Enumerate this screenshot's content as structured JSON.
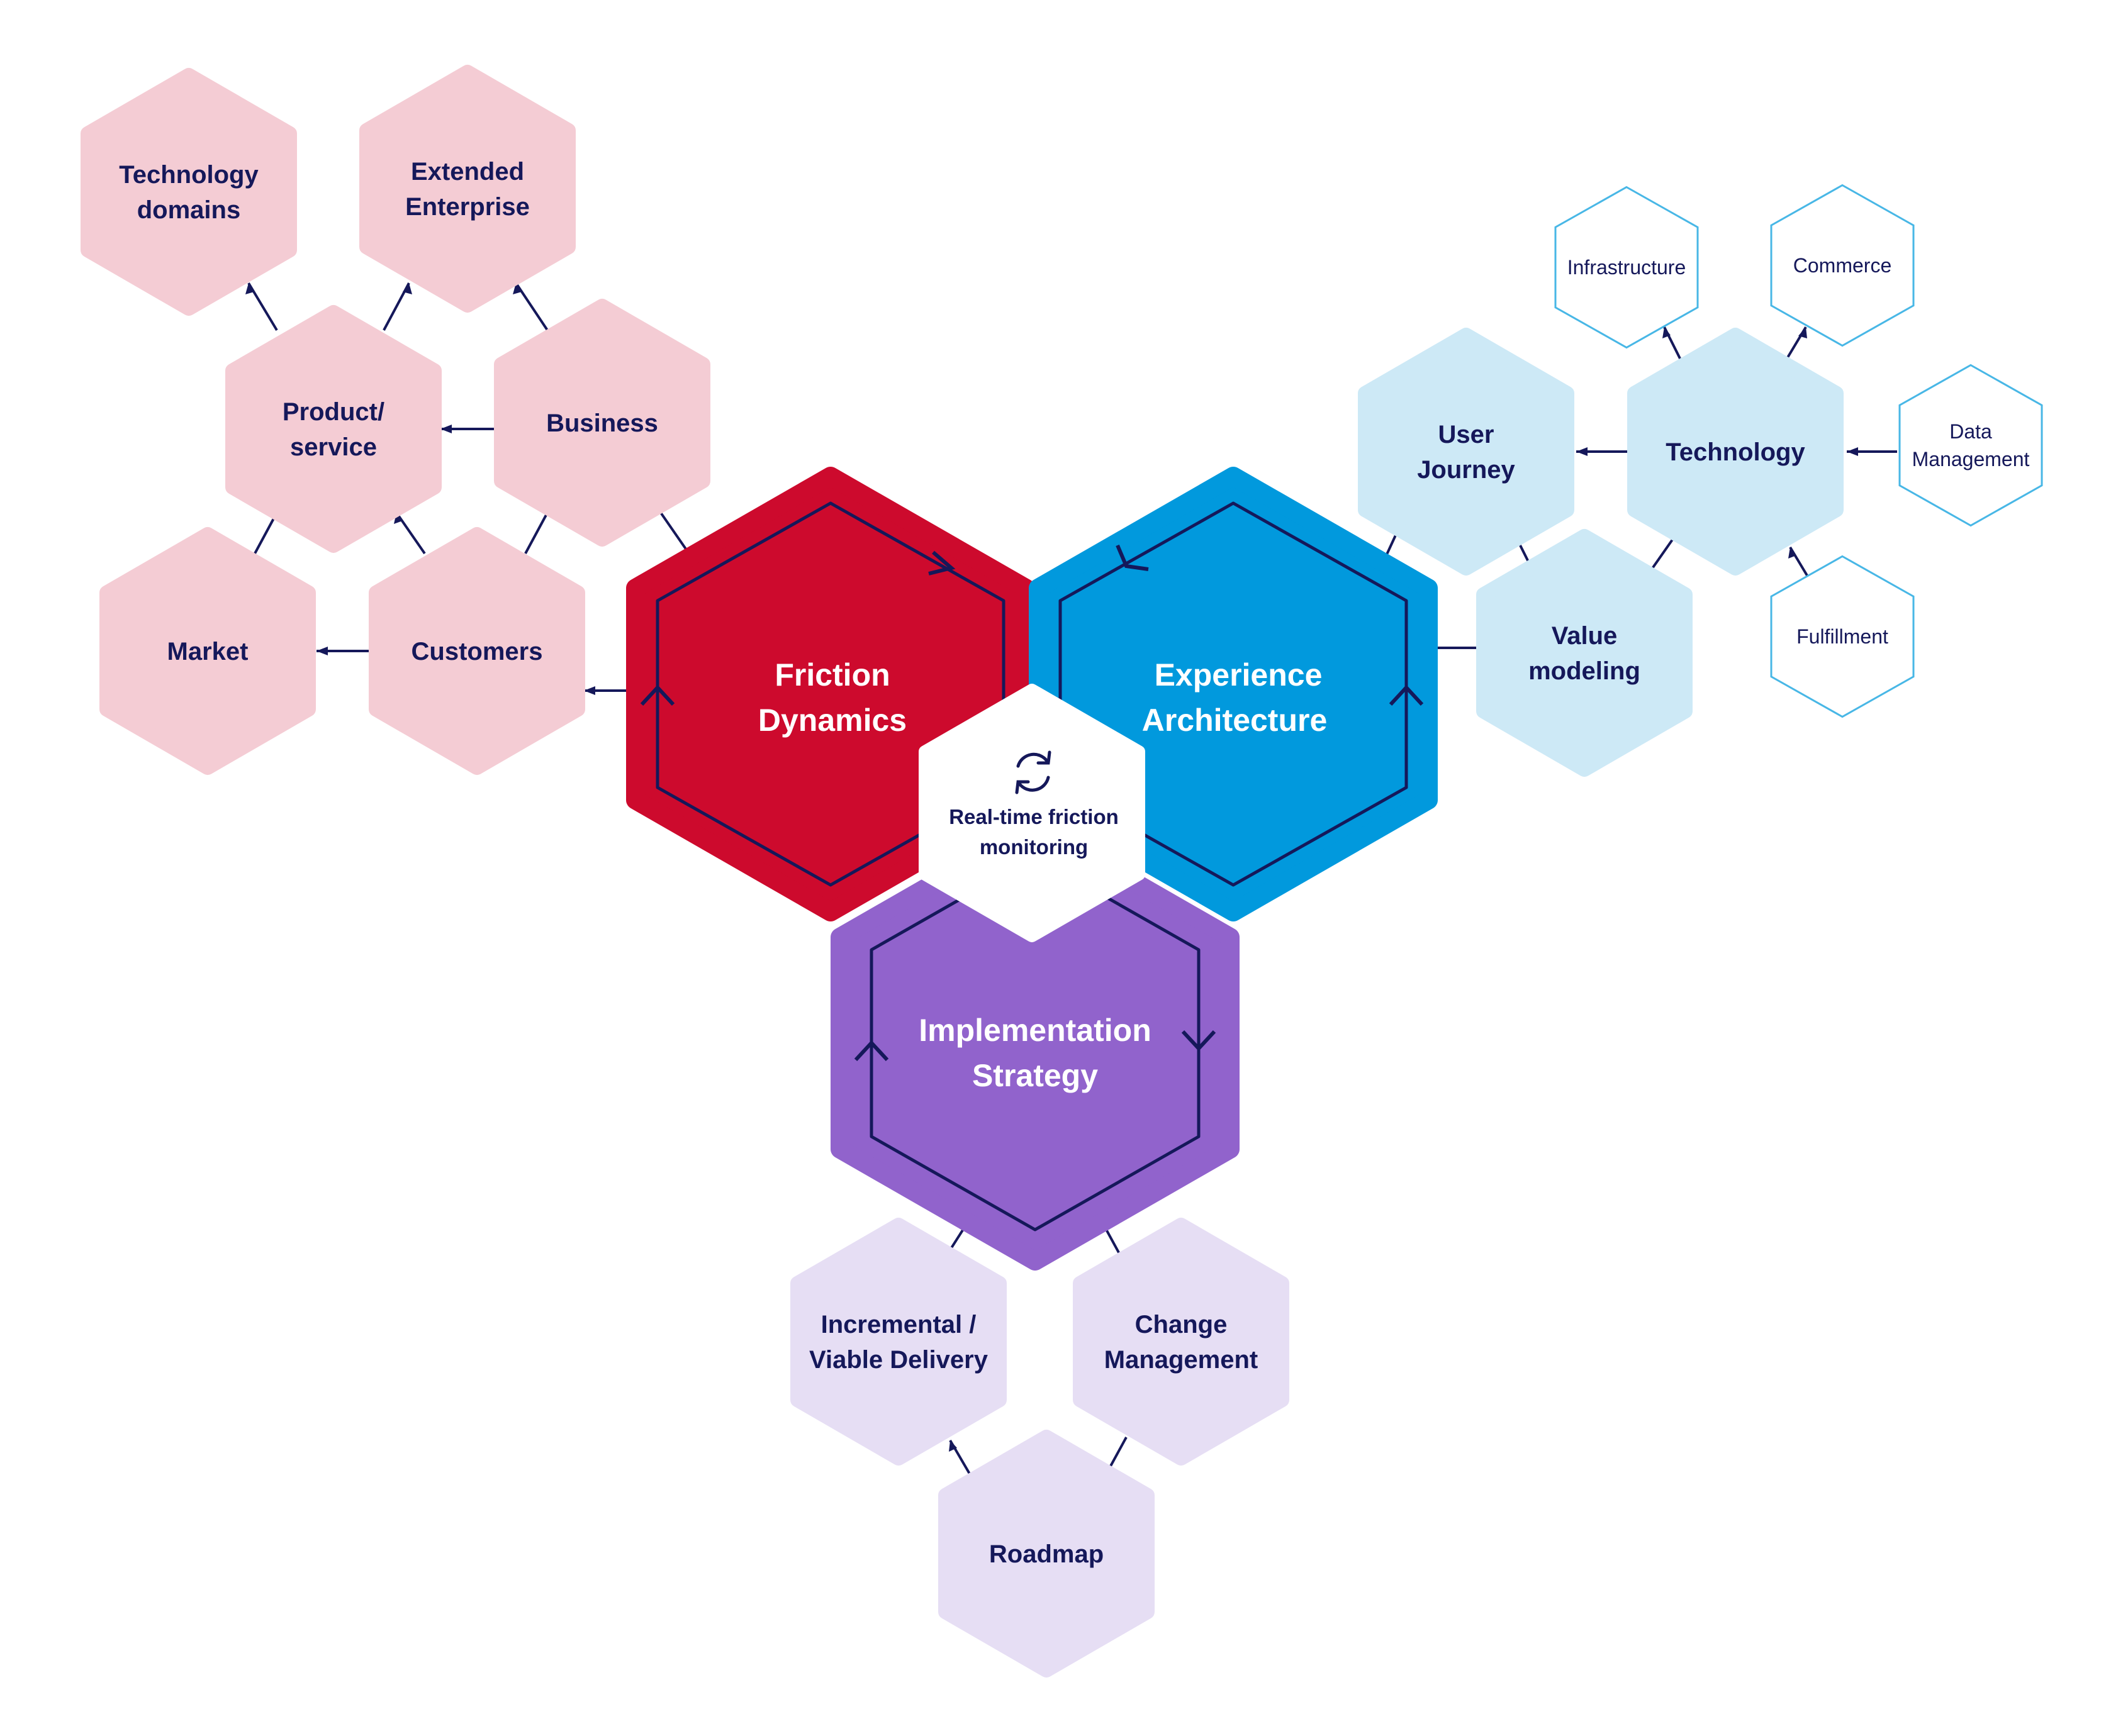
{
  "colors": {
    "navy": "#15185a",
    "friction": "#cd0a2d",
    "experience": "#0199dd",
    "implementation": "#9163cc",
    "friction_light": "#f4ccd4",
    "experience_light": "#cde9f6",
    "implementation_light": "#e6def4",
    "outline_blue": "#48b7e6"
  },
  "center": {
    "icon": "refresh-icon",
    "lines": [
      "Real-time friction",
      "monitoring"
    ]
  },
  "main": {
    "friction": {
      "lines": [
        "Friction",
        "Dynamics"
      ]
    },
    "experience": {
      "lines": [
        "Experience",
        "Architecture"
      ]
    },
    "implementation": {
      "lines": [
        "Implementation",
        "Strategy"
      ]
    }
  },
  "friction_nodes": {
    "technology_domains": [
      "Technology",
      "domains"
    ],
    "extended_enterprise": [
      "Extended",
      "Enterprise"
    ],
    "product_service": [
      "Product/",
      "service"
    ],
    "business": [
      "Business"
    ],
    "market": [
      "Market"
    ],
    "customers": [
      "Customers"
    ]
  },
  "experience_nodes": {
    "user_journey": [
      "User",
      "Journey"
    ],
    "technology": [
      "Technology"
    ],
    "value_modeling": [
      "Value",
      "modeling"
    ]
  },
  "technology_leaves": {
    "infrastructure": [
      "Infrastructure"
    ],
    "commerce": [
      "Commerce"
    ],
    "data_management": [
      "Data",
      "Management"
    ],
    "fulfillment": [
      "Fulfillment"
    ]
  },
  "implementation_nodes": {
    "incremental_delivery": [
      "Incremental /",
      "Viable Delivery"
    ],
    "change_management": [
      "Change",
      "Management"
    ],
    "roadmap": [
      "Roadmap"
    ]
  }
}
